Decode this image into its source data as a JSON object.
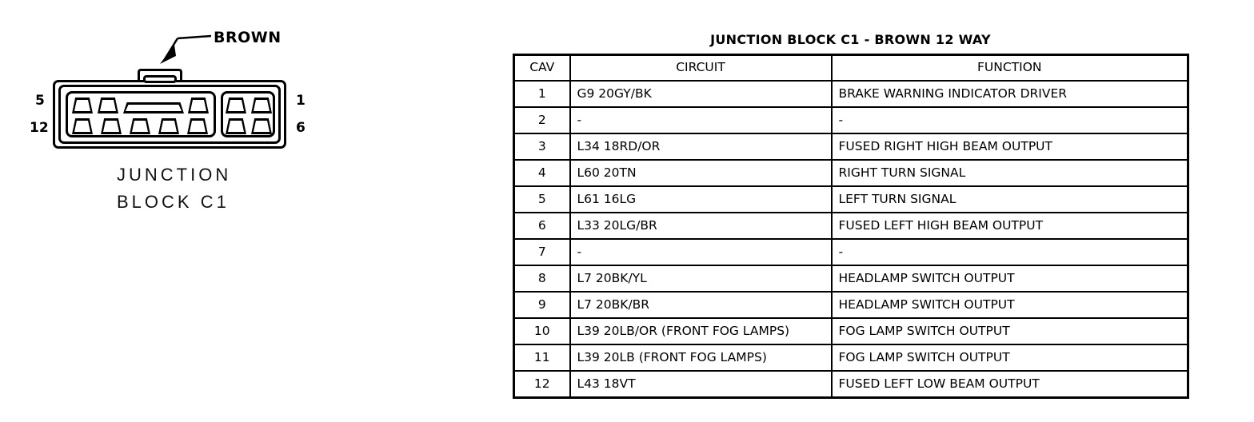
{
  "connector": {
    "callout_label": "BROWN",
    "callout_icon": "arrow-pointer-icon",
    "caption_line1": "JUNCTION",
    "caption_line2": "BLOCK C1",
    "pin_labels": {
      "top_left": "5",
      "bottom_left": "12",
      "top_right": "1",
      "bottom_right": "6"
    },
    "cavity_count": 12
  },
  "table": {
    "title": "JUNCTION BLOCK C1 - BROWN 12 WAY",
    "headers": [
      "CAV",
      "CIRCUIT",
      "FUNCTION"
    ],
    "rows": [
      {
        "cav": "1",
        "circuit": "G9 20GY/BK",
        "function": "BRAKE WARNING INDICATOR DRIVER"
      },
      {
        "cav": "2",
        "circuit": "-",
        "function": "-"
      },
      {
        "cav": "3",
        "circuit": "L34 18RD/OR",
        "function": "FUSED RIGHT HIGH BEAM OUTPUT"
      },
      {
        "cav": "4",
        "circuit": "L60 20TN",
        "function": "RIGHT TURN SIGNAL"
      },
      {
        "cav": "5",
        "circuit": "L61 16LG",
        "function": "LEFT TURN SIGNAL"
      },
      {
        "cav": "6",
        "circuit": "L33 20LG/BR",
        "function": "FUSED LEFT HIGH BEAM OUTPUT"
      },
      {
        "cav": "7",
        "circuit": "-",
        "function": "-"
      },
      {
        "cav": "8",
        "circuit": "L7 20BK/YL",
        "function": "HEADLAMP SWITCH OUTPUT"
      },
      {
        "cav": "9",
        "circuit": "L7 20BK/BR",
        "function": "HEADLAMP SWITCH OUTPUT"
      },
      {
        "cav": "10",
        "circuit": "L39 20LB/OR (FRONT FOG LAMPS)",
        "function": "FOG LAMP SWITCH OUTPUT"
      },
      {
        "cav": "11",
        "circuit": "L39 20LB (FRONT FOG LAMPS)",
        "function": "FOG LAMP SWITCH OUTPUT"
      },
      {
        "cav": "12",
        "circuit": "L43 18VT",
        "function": "FUSED LEFT LOW BEAM OUTPUT"
      }
    ]
  },
  "colors": {
    "ink": "#000000",
    "paper": "#ffffff"
  }
}
